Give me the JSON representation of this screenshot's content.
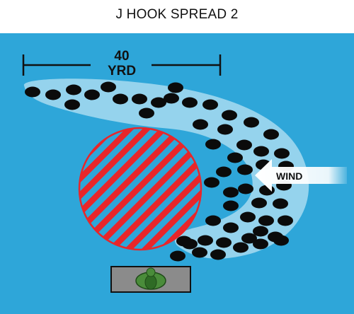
{
  "title": "J HOOK SPREAD 2",
  "distance": {
    "value": "40",
    "unit": "YRD"
  },
  "wind_label": "WIND",
  "decoy_count": 54,
  "colors": {
    "water": "#2ea6d9",
    "slick": "#a7dbf0",
    "decoy": "#0b0b0b",
    "landing_zone": "#e8262a",
    "blind": "#8b8b8b",
    "hunter": "#4a8c3a"
  },
  "icons": {
    "wind": "arrow-left-icon",
    "hunter": "hunter-in-blind-icon"
  }
}
